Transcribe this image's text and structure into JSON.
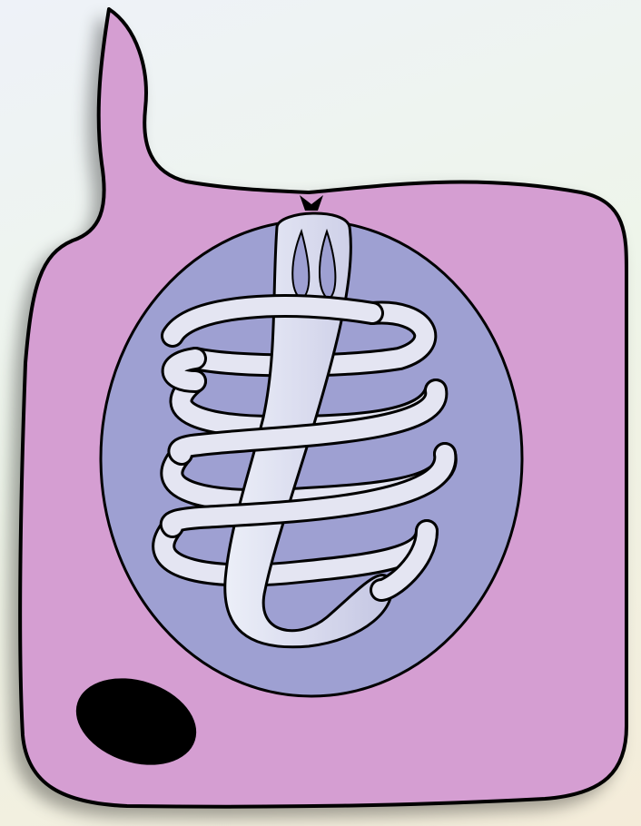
{
  "figure": {
    "kind": "illustration",
    "colors": {
      "background_top": "#eef2f8",
      "background_bottom": "#f4ecd9",
      "cell_fill": "#d59ed2",
      "cyst_fill": "#9ea0d2",
      "larva_fill": "#e2e3f1",
      "larva_shade": "#b9bbdc",
      "outline": "#000000",
      "nucleus": "#000000"
    },
    "icons": [
      "muscle-cell-shape",
      "nurse-cell-capsule",
      "coiled-larva",
      "cell-nucleus"
    ]
  }
}
